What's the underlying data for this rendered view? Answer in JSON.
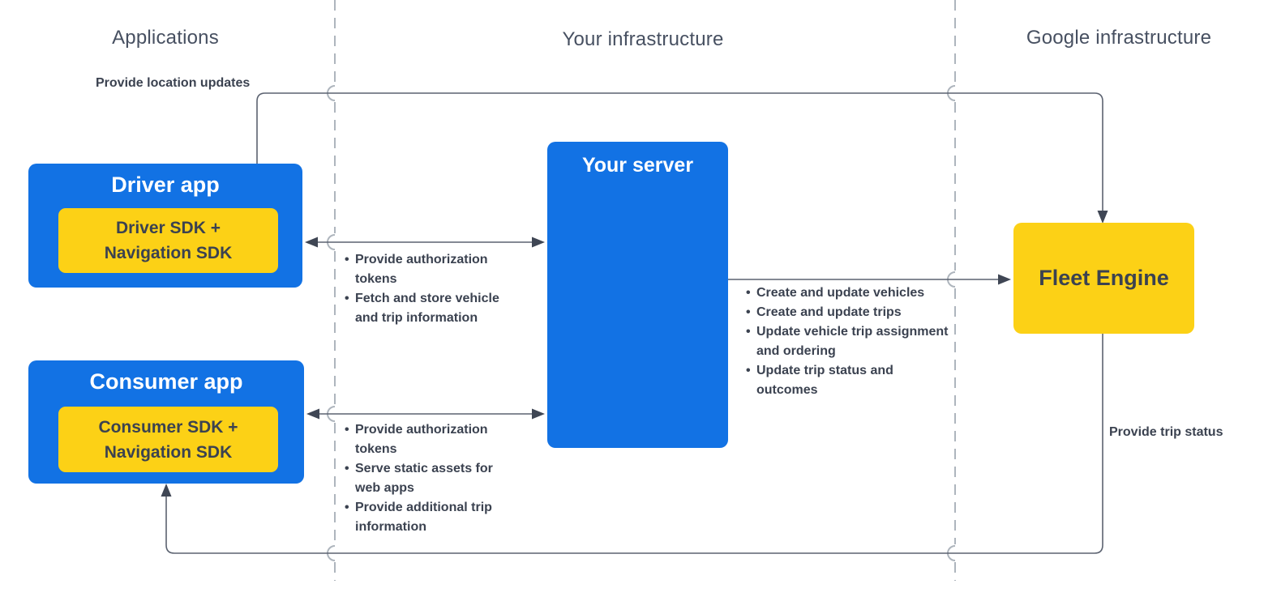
{
  "headers": {
    "applications": "Applications",
    "your_infrastructure": "Your infrastructure",
    "google_infrastructure": "Google infrastructure"
  },
  "boxes": {
    "driver_app": {
      "title": "Driver app",
      "sdk": "Driver SDK + Navigation SDK"
    },
    "consumer_app": {
      "title": "Consumer app",
      "sdk": "Consumer SDK + Navigation SDK"
    },
    "your_server": {
      "title": "Your server"
    },
    "fleet_engine": {
      "title": "Fleet Engine"
    }
  },
  "labels": {
    "provide_location_updates": "Provide location updates",
    "provide_trip_status": "Provide trip status"
  },
  "bullet_lists": {
    "driver_server": [
      "Provide authorization tokens",
      "Fetch and store vehicle and trip information"
    ],
    "consumer_server": [
      "Provide authorization tokens",
      "Serve static assets for web apps",
      "Provide additional trip information"
    ],
    "server_fleet": [
      "Create and update vehicles",
      "Create and update trips",
      "Update vehicle trip assignment and ordering",
      "Update trip status and outcomes"
    ]
  },
  "colors": {
    "blue": "#1272e4",
    "yellow": "#fcd116",
    "connector": "#5b6270",
    "arrowhead": "#3f4654",
    "dashed_divider": "#aeb5bd",
    "dark_text": "#3b4250",
    "header_text": "#475061"
  }
}
